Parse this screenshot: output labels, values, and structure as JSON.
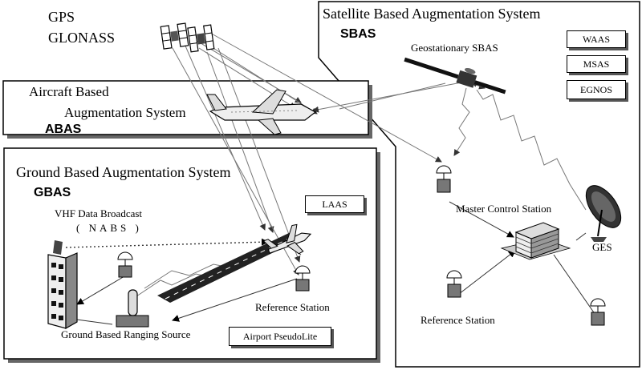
{
  "gnss": {
    "line1": "GPS",
    "line2": "GLONASS"
  },
  "sbas": {
    "title": "Satellite Based Augmentation System",
    "acronym": "SBAS",
    "geo_label": "Geostationary SBAS",
    "systems": [
      "WAAS",
      "MSAS",
      "EGNOS"
    ],
    "master_label": "Master Control Station",
    "ges_label": "GES",
    "ref_label": "Reference Station"
  },
  "abas": {
    "title_line1": "Aircraft Based",
    "title_line2": "Augmentation System",
    "acronym": "ABAS"
  },
  "gbas": {
    "title": "Ground Based Augmentation System",
    "acronym": "GBAS",
    "vhf_label": "VHF Data Broadcast",
    "nabs_label": "( NABS )",
    "laas_label": "LAAS",
    "ref_label": "Reference Station",
    "ranging_label": "Ground Based Ranging Source",
    "pseudolite_label": "Airport PseudoLite"
  }
}
